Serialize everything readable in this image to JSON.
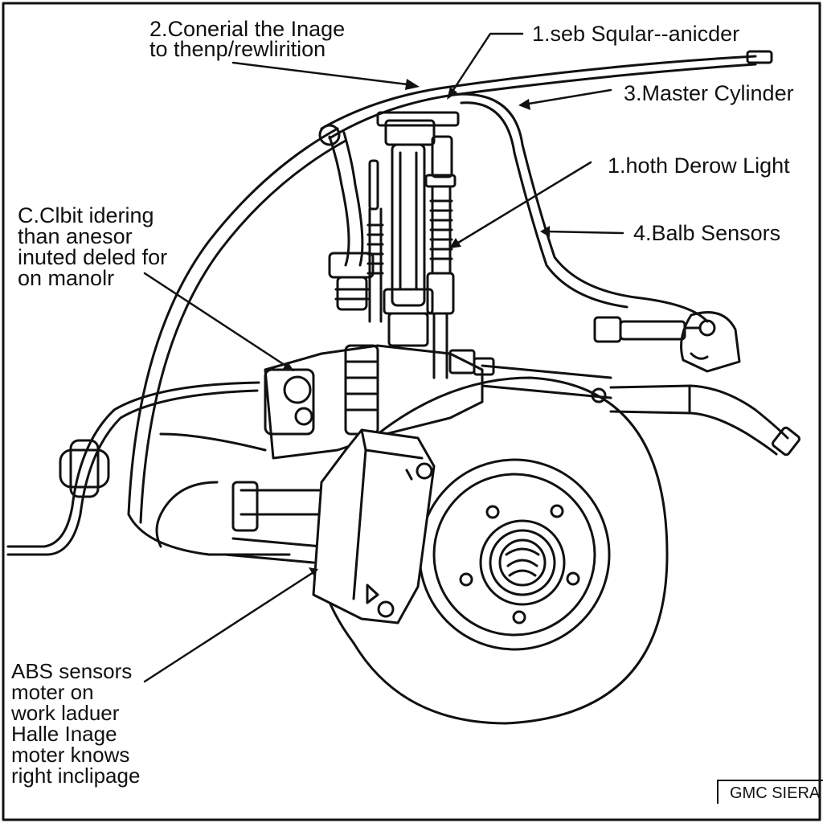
{
  "labels": {
    "top_left": "2.Conerial the Inage\nto thenp/rewlirition",
    "top_right": "1.seb Sqular--anicder",
    "master_cylinder": "3.Master Cylinder",
    "derow_light": "1.hoth Derow Light",
    "balb_sensors": "4.Balb Sensors",
    "left_note": "C.Clbit idering\nthan anesor\ninuted deled for\non manolr",
    "abs_note": "ABS sensors\nmoter on\nwork laduer\nHalle Inage\nmoter knows\nright inclipage"
  },
  "brand": "GMC SIERA"
}
